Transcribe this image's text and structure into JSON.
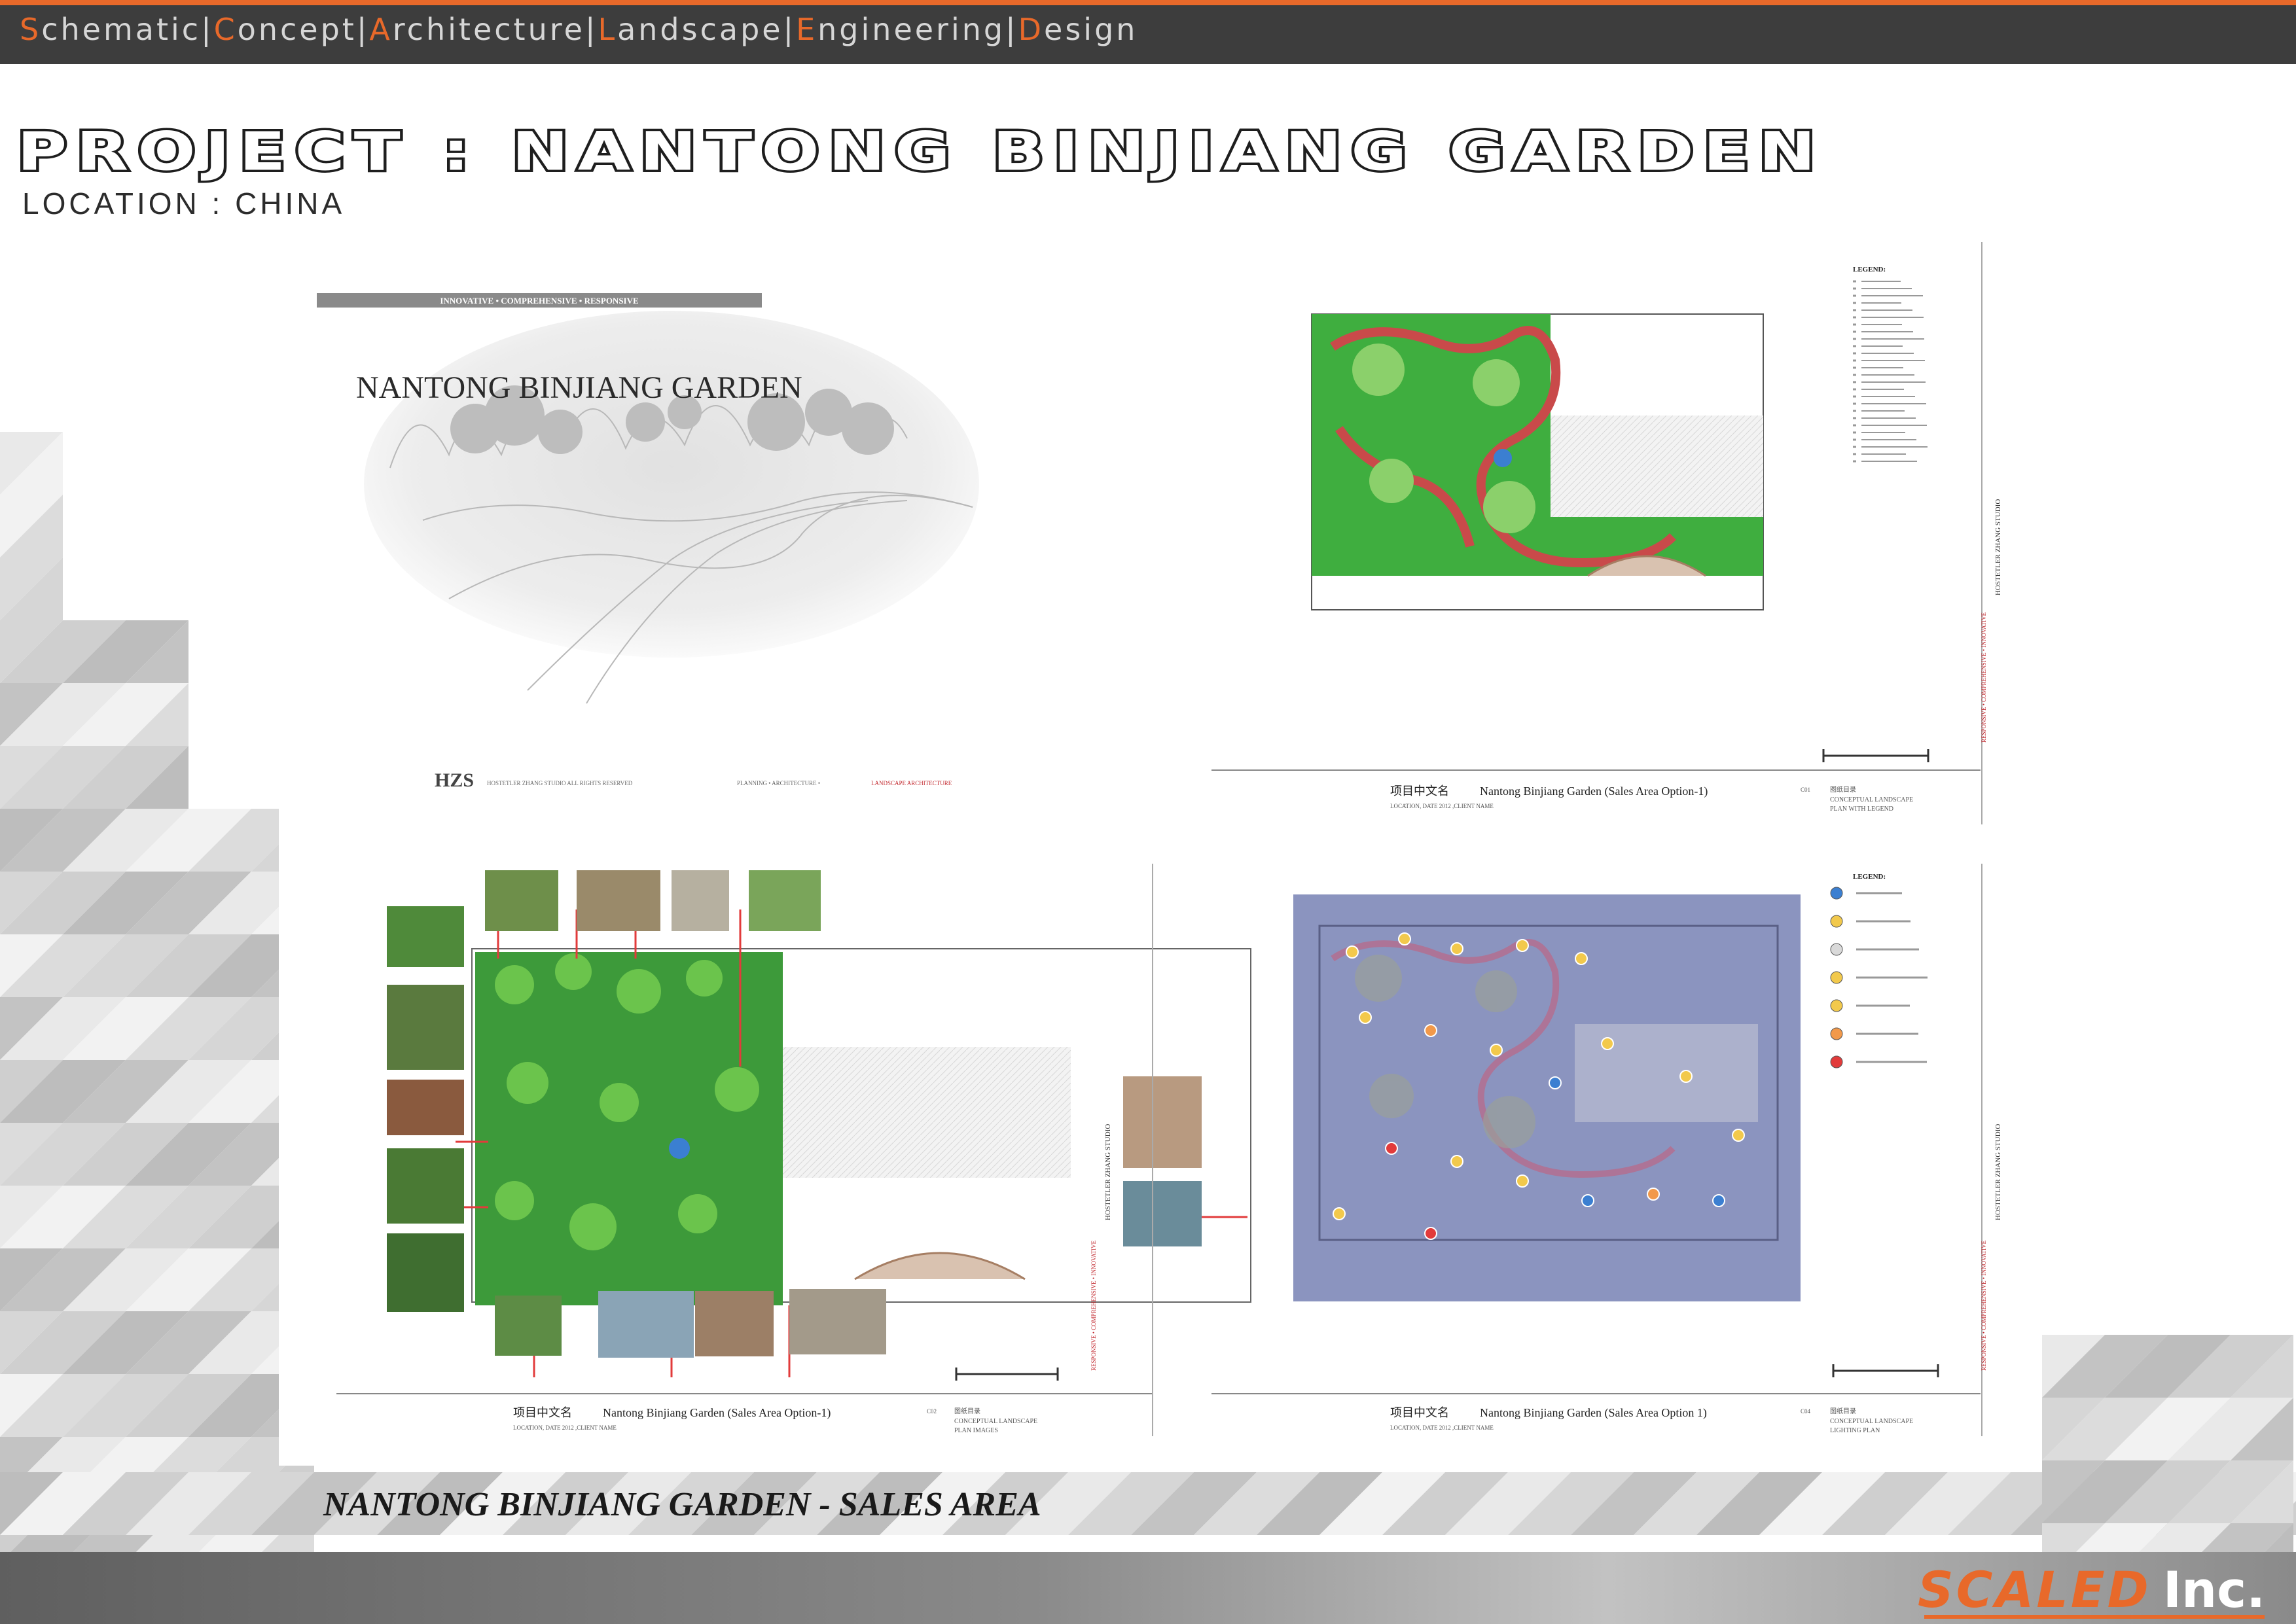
{
  "header": {
    "tagline_segments": [
      {
        "cap": "S",
        "rest": "chematic"
      },
      {
        "cap": "C",
        "rest": "oncept"
      },
      {
        "cap": "A",
        "rest": "rchitecture"
      },
      {
        "cap": "L",
        "rest": "andscape"
      },
      {
        "cap": "E",
        "rest": "ngineering"
      },
      {
        "cap": "D",
        "rest": "esign"
      }
    ],
    "separator": "|",
    "accent_color": "#e8692a",
    "bar_color": "#3d3d3d"
  },
  "project": {
    "title": "PROJECT : NANTONG BINJIANG GARDEN",
    "location": "LOCATION : CHINA"
  },
  "sheets": {
    "cover": {
      "banner": "INNOVATIVE  •  COMPREHENSIVE  •  RESPONSIVE",
      "title": "NANTONG  BINJIANG GARDEN",
      "logo": "HZS",
      "footer_small": "HOSTETLER ZHANG STUDIO   ALL RIGHTS RESERVED",
      "footer_disciplines": "PLANNING  •  ARCHITECTURE  •",
      "footer_highlight": "LANDSCAPE ARCHITECTURE"
    },
    "plan_legend": {
      "legend_title": "LEGEND:",
      "title_cn": "项目中文名",
      "title_en": "Nantong Binjiang Garden (Sales Area Option-1)",
      "sheet_no": "C01",
      "sheet_name_cn": "图纸目录",
      "sheet_desc_1": "CONCEPTUAL LANDSCAPE",
      "sheet_desc_2": "PLAN WITH LEGEND",
      "location_line": "LOCATION, DATE 2012 ,CLIENT NAME"
    },
    "plan_images": {
      "title_cn": "项目中文名",
      "title_en": "Nantong Binjiang Garden (Sales Area Option-1)",
      "sheet_no": "C02",
      "sheet_name_cn": "图纸目录",
      "sheet_desc_1": "CONCEPTUAL LANDSCAPE",
      "sheet_desc_2": "PLAN IMAGES",
      "location_line": "LOCATION, DATE 2012 ,CLIENT NAME"
    },
    "plan_lighting": {
      "legend_title": "LEGEND:",
      "title_cn": "项目中文名",
      "title_en": "Nantong Binjiang Garden (Sales Area Option 1)",
      "sheet_no": "C04",
      "sheet_name_cn": "图纸目录",
      "sheet_desc_1": "CONCEPTUAL LANDSCAPE",
      "sheet_desc_2": "LIGHTING PLAN",
      "location_line": "LOCATION, DATE 2012 ,CLIENT NAME"
    },
    "side_strip": {
      "studio": "HOSTETLER  ZHANG  STUDIO",
      "values": "RESPONSIVE  •  COMPREHENSIVE  •  INNOVATIVE"
    }
  },
  "caption": "NANTONG BINJIANG GARDEN - SALES AREA",
  "footer": {
    "logo_main": "SCALED",
    "logo_suffix": "Inc."
  }
}
